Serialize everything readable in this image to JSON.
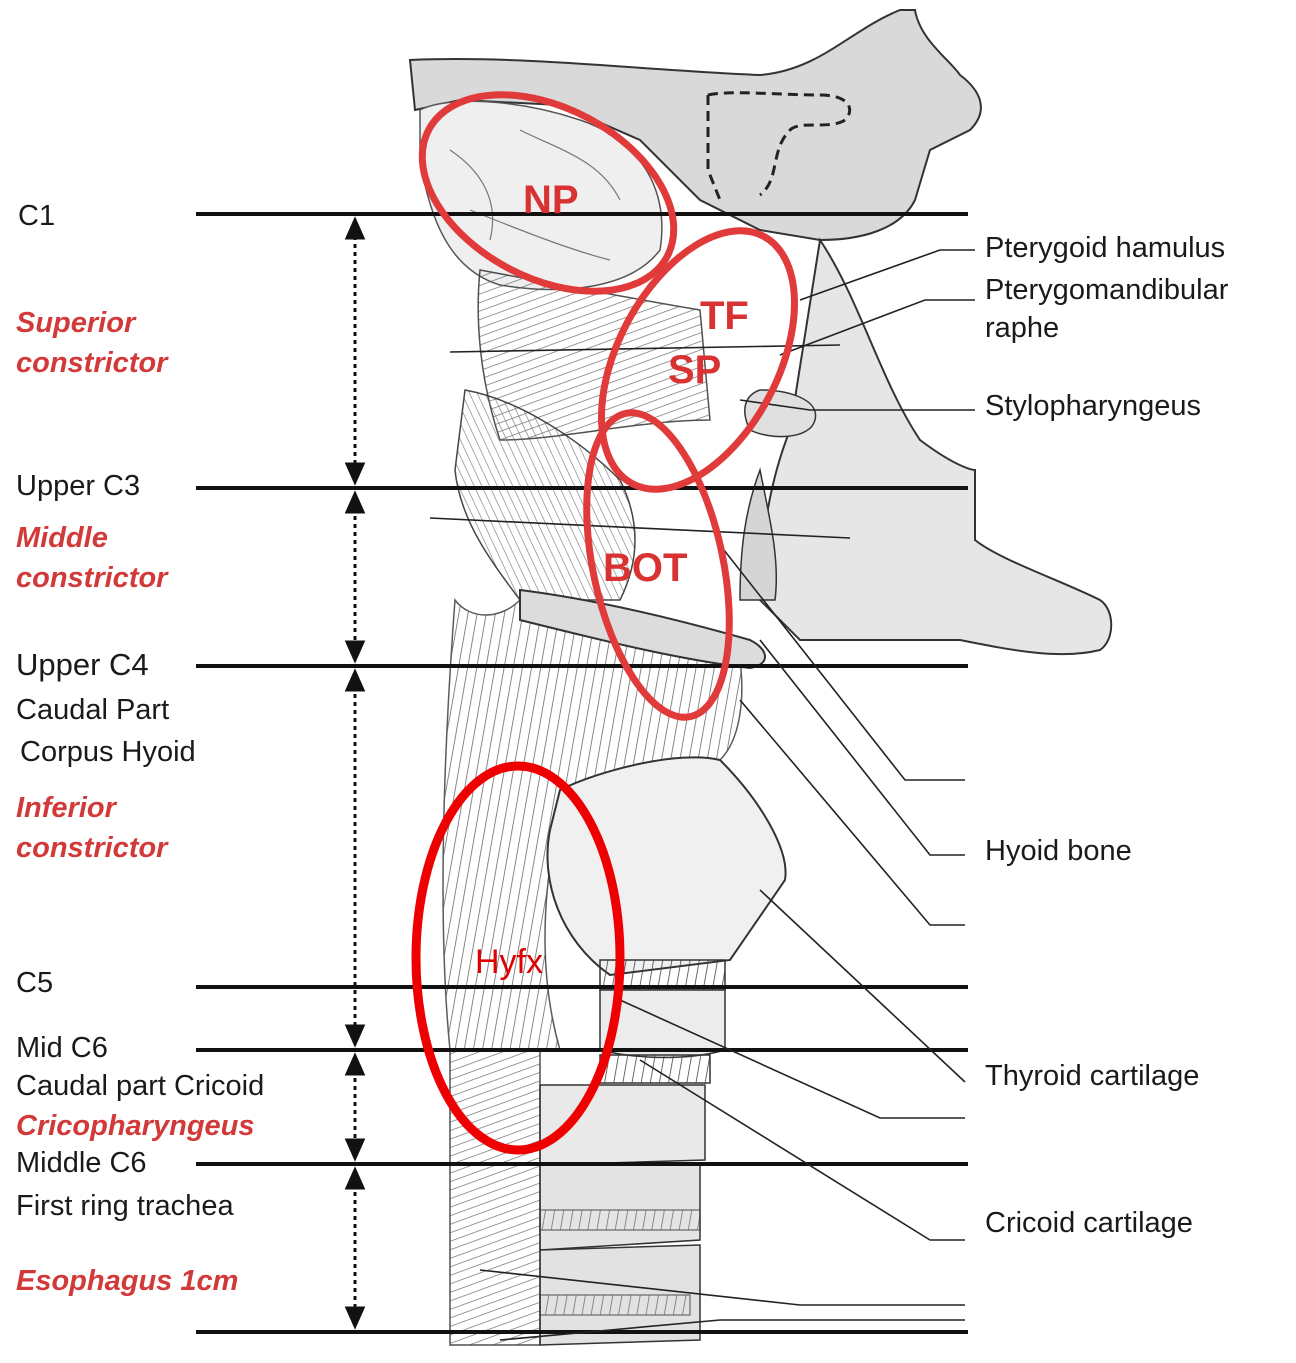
{
  "left_labels": {
    "c1": "C1",
    "superior_1": "Superior",
    "superior_2": "constrictor",
    "upper_c3": "Upper C3",
    "middle_1": "Middle",
    "middle_2": "constrictor",
    "upper_c4": "Upper C4",
    "caudal_part": "Caudal Part",
    "corpus_hyoid": "Corpus Hyoid",
    "inferior_1": "Inferior",
    "inferior_2": "constrictor",
    "c5": "C5",
    "mid_c6": "Mid C6",
    "caudal_cricoid": "Caudal part Cricoid",
    "cricopharyngeus": "Cricopharyngeus",
    "middle_c6": "Middle C6",
    "first_ring": "First ring trachea",
    "esophagus": "Esophagus 1cm"
  },
  "right_labels": {
    "pterygoid_hamulus": "Pterygoid hamulus",
    "pterygomandibular_1": "Pterygomandibular",
    "pterygomandibular_2": "raphe",
    "stylopharyngeus": "Stylopharyngeus",
    "hyoid_bone": "Hyoid bone",
    "thyroid_cartilage": "Thyroid cartilage",
    "cricoid_cartilage": "Cricoid cartilage"
  },
  "regions": {
    "np": "NP",
    "tf": "TF",
    "sp": "SP",
    "bot": "BOT",
    "hyfx": "Hyfx"
  },
  "colors": {
    "region_outline": "#e03a3a",
    "hyfx_outline": "#ee0000",
    "muscle_label": "#d23a3a",
    "level_line": "#111111"
  }
}
